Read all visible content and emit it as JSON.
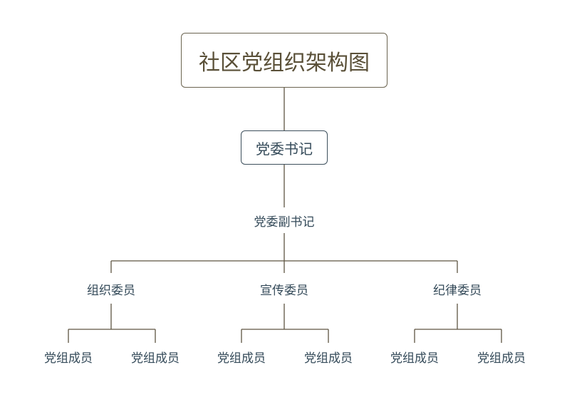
{
  "root": {
    "label": "社区党组织架构图"
  },
  "secretary": {
    "label": "党委书记"
  },
  "deputy": {
    "label": "党委副书记"
  },
  "committees": [
    {
      "label": "组织委员",
      "members": [
        "党组成员",
        "党组成员"
      ]
    },
    {
      "label": "宣传委员",
      "members": [
        "党组成员",
        "党组成员"
      ]
    },
    {
      "label": "纪律委员",
      "members": [
        "党组成员",
        "党组成员"
      ]
    }
  ],
  "colors": {
    "connector": "#5e5542",
    "root_text": "#5a5038",
    "node_text": "#344a59"
  }
}
